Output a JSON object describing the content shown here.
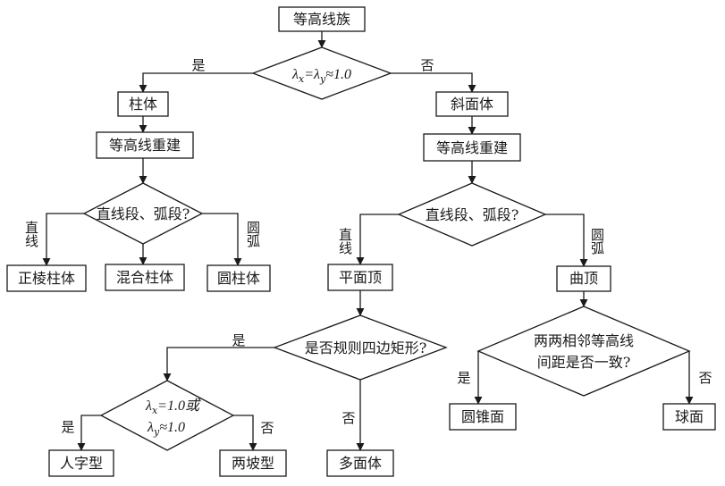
{
  "nodes": {
    "contour_family": "等高线族",
    "cond_lambda_eq": "λx=λy≈1.0",
    "cylinder": "柱体",
    "slope_body": "斜面体",
    "rebuild_left": "等高线重建",
    "rebuild_right": "等高线重建",
    "line_arc_left": "直线段、弧段?",
    "line_arc_right": "直线段、弧段?",
    "prism": "正棱柱体",
    "mixed_cylinder": "混合柱体",
    "round_cylinder": "圆柱体",
    "flat_top": "平面顶",
    "curved_top": "曲顶",
    "regular_quad": "是否规则四边矩形?",
    "spacing_q_line1": "两两相邻等高线",
    "spacing_q_line2": "间距是否一致?",
    "cond_lambda_or_line1": "λx=1.0或",
    "cond_lambda_or_line2": "λy≈1.0",
    "herringbone": "人字型",
    "two_slope": "两坡型",
    "multi_face": "多面体",
    "cone": "圆锥面",
    "sphere": "球面"
  },
  "edge_labels": {
    "yes_top": "是",
    "no_top": "否",
    "straight_left": "直线",
    "arc_left": "圆弧",
    "straight_right": "直线",
    "arc_right": "圆弧",
    "yes_quad": "是",
    "no_quad": "否",
    "yes_lambda": "是",
    "no_lambda": "否",
    "yes_spacing": "是",
    "no_spacing": "否"
  }
}
